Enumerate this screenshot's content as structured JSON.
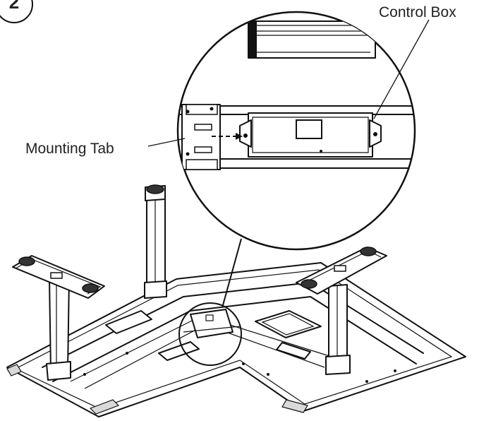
{
  "step_number": "2",
  "labels": {
    "control_box": "Control Box",
    "mounting_tab": "Mounting Tab"
  }
}
